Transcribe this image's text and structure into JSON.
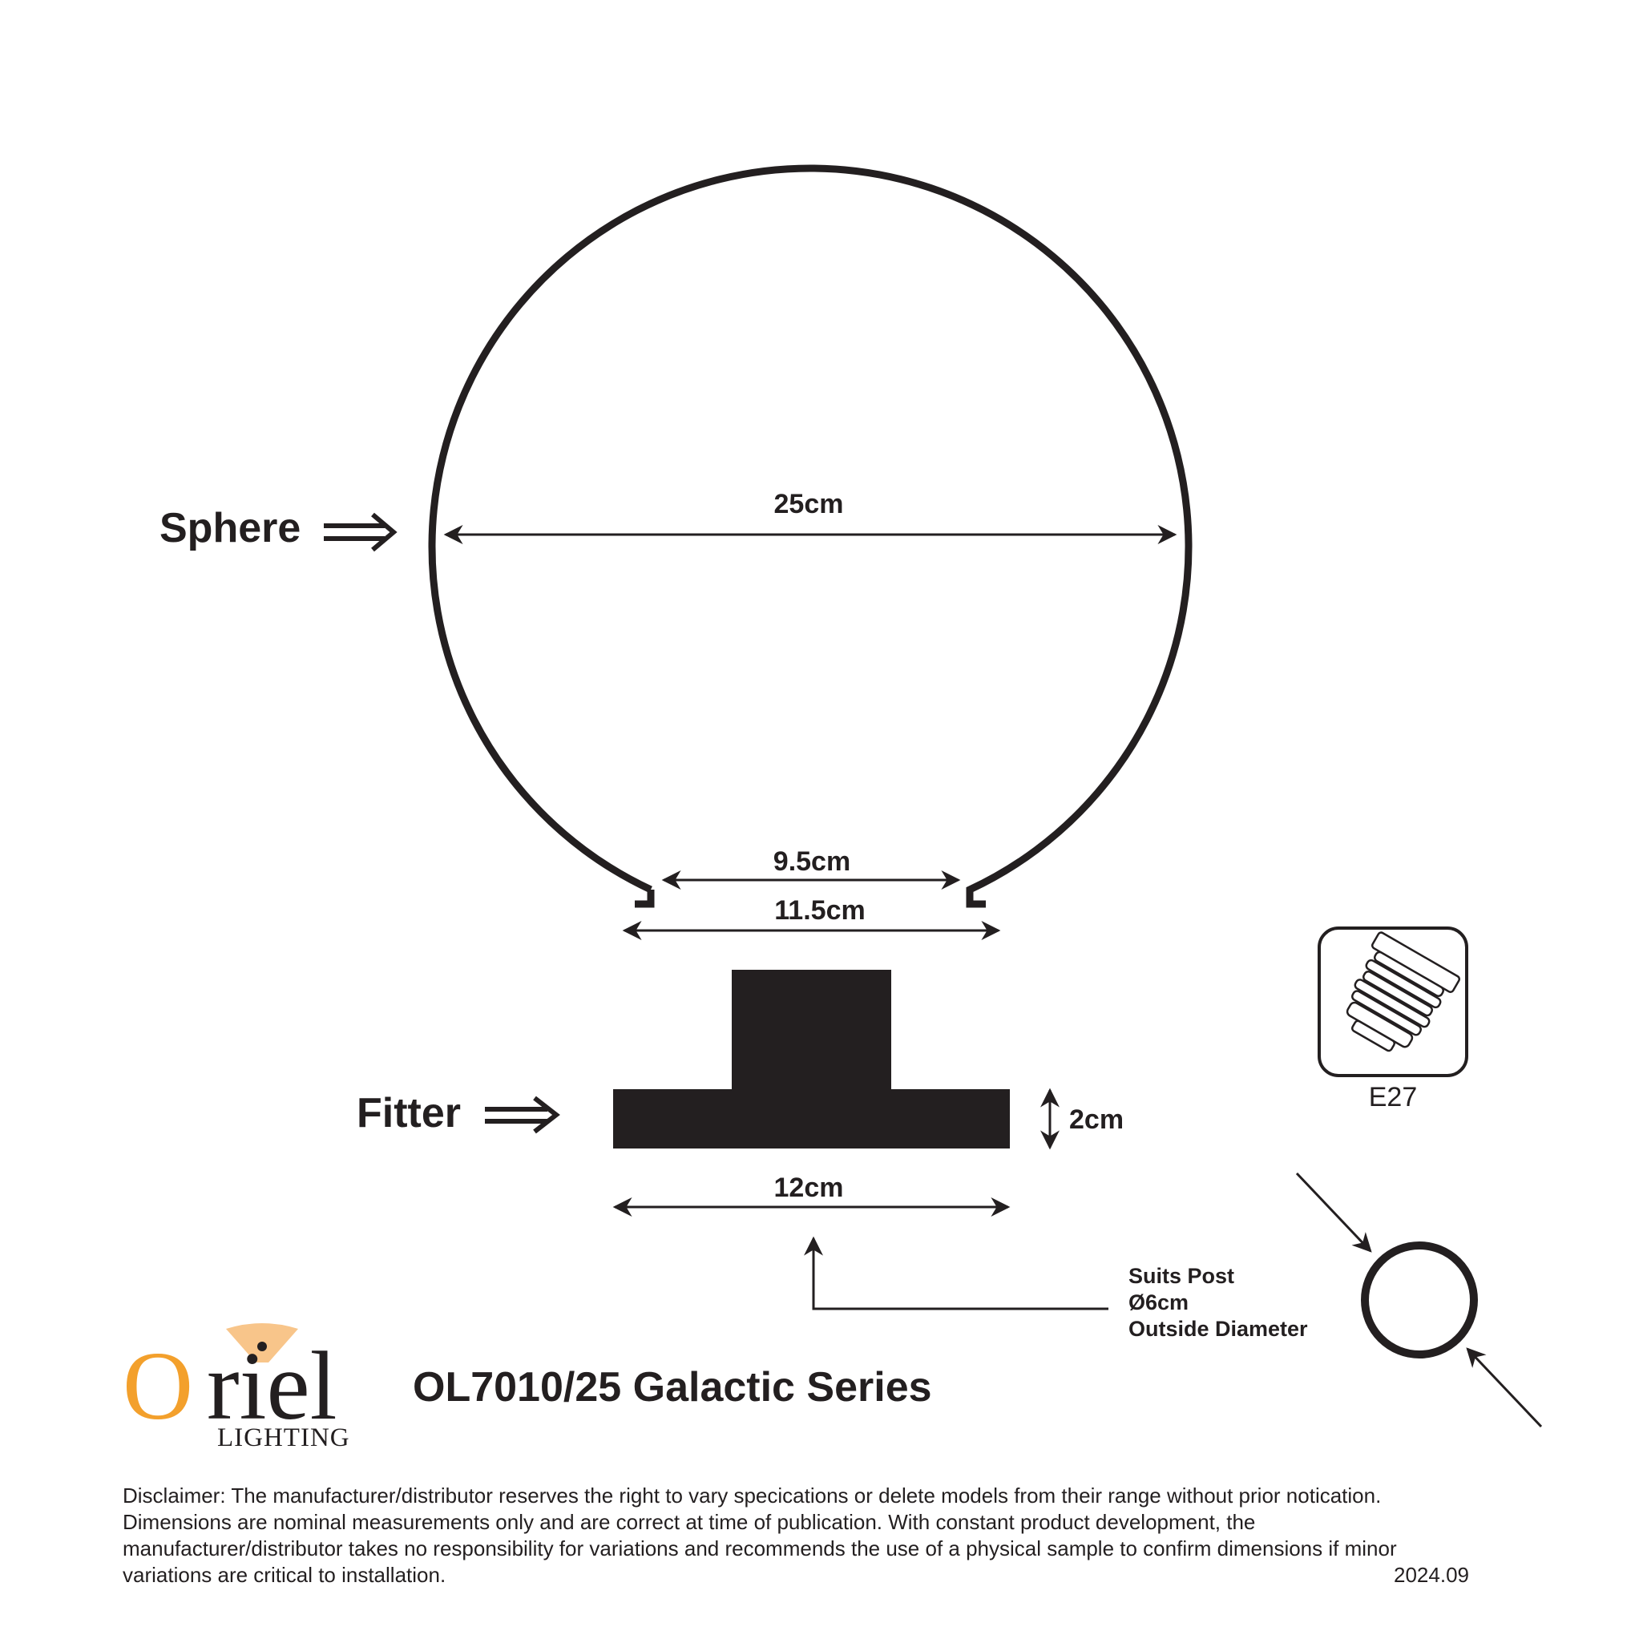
{
  "sphere": {
    "label": "Sphere",
    "diameter_label": "25cm",
    "opening_inner_label": "9.5cm",
    "opening_outer_label": "11.5cm"
  },
  "fitter": {
    "label": "Fitter",
    "height_label": "2cm",
    "width_label": "12cm"
  },
  "post": {
    "line1": "Suits Post",
    "line2": "Ø6cm",
    "line3": "Outside Diameter"
  },
  "socket": {
    "label": "E27",
    "icon": "e27-bulb-base-icon"
  },
  "brand": {
    "wordmark_first": "O",
    "wordmark_rest": "riel",
    "subtitle": "LIGHTING",
    "accent_color": "#f3a02c",
    "text_color": "#231f20"
  },
  "product": {
    "title": "OL7010/25 Galactic Series"
  },
  "disclaimer": {
    "lines": [
      "Disclaimer: The manufacturer/distributor reserves the right to vary specications or delete models from their range without prior notication.",
      "Dimensions are nominal measurements only and are correct at time of publication. With constant product development, the",
      "manufacturer/distributor takes no responsibility for variations and recommends the use of a physical sample to confirm dimensions if minor",
      "variations are critical to installation."
    ],
    "date": "2024.09"
  }
}
